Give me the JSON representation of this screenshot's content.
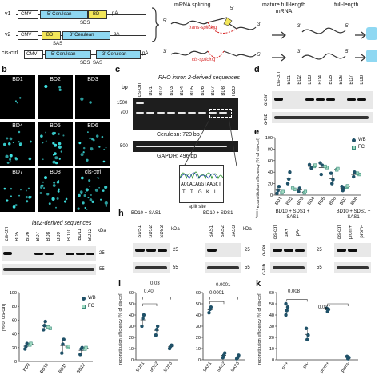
{
  "panel_a": {
    "rows": [
      {
        "label": "v1",
        "promoter": "CMV",
        "cerulean": "5' Cerulean",
        "dom": "BD",
        "pa": "pA",
        "site": "SDS"
      },
      {
        "label": "v2",
        "promoter": "CMV",
        "dom": "BD",
        "cerulean": "3' Cerulean",
        "pa": "pA",
        "site": "SAS"
      },
      {
        "label": "cis-ctrl",
        "promoter": "CMV",
        "cerulean5": "5' Cerulean",
        "cerulean3": "3' Cerulean",
        "pa": "pA",
        "site1": "SDS",
        "site2": "SAS"
      }
    ],
    "steps": [
      "mRNA splicing",
      "mature full-length mRNA",
      "full-length"
    ],
    "trans": "trans-splicing",
    "cis": "cis-splicing",
    "ends": [
      "5'",
      "3'",
      "5'",
      "3'",
      "5'",
      "3'",
      "5'",
      "3'",
      "5'",
      "3'"
    ]
  },
  "panel_b": {
    "letter": "b",
    "tiles": [
      "BD1",
      "BD2",
      "BD3",
      "BD4",
      "BD5",
      "BD6",
      "BD7",
      "BD8",
      "cis-ctrl"
    ]
  },
  "panel_c": {
    "letter": "c",
    "title": "RHO intron 2-derived sequences",
    "unit": "bp",
    "lanes": [
      "cis-ctrl",
      "BD1",
      "BD2",
      "BD3",
      "BD4",
      "BD5",
      "BD6",
      "BD7",
      "BD8",
      "H2O"
    ],
    "ticks": [
      "1500",
      "700",
      "500"
    ],
    "cerulean_note": "Cerulean: 720 bp",
    "gapdh_note": "GAPDH: 496 bp",
    "seq_top": "ACCACAGGTAAGCT",
    "aa": [
      "T",
      "T",
      "G",
      "K",
      "L"
    ],
    "split": "split site"
  },
  "panel_d": {
    "letter": "d",
    "lanes": [
      "cis-ctrl",
      "BD1",
      "BD2",
      "BD3",
      "BD4",
      "BD5",
      "BD6",
      "BD7",
      "BD8"
    ],
    "rows": [
      "α-cer",
      "α-tub"
    ]
  },
  "panel_e": {
    "letter": "e",
    "ylabel": "reconstitution efficiency [% of cis-ctrl]",
    "legend": [
      "WB",
      "FC"
    ]
  },
  "panel_g": {
    "title": "lacZ-derived sequences",
    "unit": "kDa",
    "lanes": [
      "cis-ctrl",
      "BD5",
      "BD6",
      "BD7",
      "BD8",
      "BD9",
      "BD10",
      "BD11",
      "BD12"
    ],
    "markers": [
      "25",
      "55"
    ]
  },
  "panel_h": {
    "letter": "h",
    "title1": "BD10 + SAS1",
    "title2": "BD10 + SDS1",
    "unit": "kDa",
    "lanes1": [
      "SDS1",
      "SDS2",
      "SDS3"
    ],
    "lanes2": [
      "SAS1",
      "SAS2",
      "SAS3"
    ],
    "markers": [
      "25",
      "55",
      "25",
      "55"
    ]
  },
  "panel_i": {
    "letter": "i",
    "ylabel": "reconstitution efficiency [% of cis-ctrl]",
    "p_left": [
      "0.03",
      "0.40"
    ],
    "p_right": [
      "0.0001",
      "0.0001"
    ]
  },
  "panel_j": {
    "letter": "j",
    "title1": "BD10 + SDS1 + SAS1",
    "title2": "BD10 + SDS1 + SAS1",
    "lanes1": [
      "pA+",
      "pA-"
    ],
    "lanes2": [
      "prom+",
      "prom-"
    ],
    "rows": [
      "α-cer",
      "α-tub"
    ],
    "markers": [
      "25",
      "55"
    ]
  },
  "panel_k": {
    "letter": "k",
    "ylabel": "reconstitution efficiency [% of cis-ctrl]",
    "p": [
      "0.008",
      "0.027"
    ]
  },
  "panel_l_y": "[% of cis-ctrl]",
  "chart_data": [
    {
      "type": "scatter",
      "title": "",
      "xlabel": "",
      "ylabel": "reconstitution efficiency [% of cis-ctrl]",
      "categories": [
        "BD1",
        "BD2",
        "BD3",
        "BD4",
        "BD5",
        "BD6",
        "BD7",
        "BD8"
      ],
      "ylim": [
        0,
        100
      ],
      "series": [
        {
          "name": "WB",
          "points": [
            [
              0,
              3
            ],
            [
              0,
              8
            ],
            [
              0,
              15
            ],
            [
              1,
              20
            ],
            [
              1,
              28
            ],
            [
              1,
              40
            ],
            [
              2,
              6
            ],
            [
              2,
              12
            ],
            [
              3,
              47
            ],
            [
              3,
              53
            ],
            [
              4,
              36
            ],
            [
              4,
              52
            ],
            [
              4,
              56
            ],
            [
              5,
              20
            ],
            [
              5,
              27
            ],
            [
              5,
              38
            ],
            [
              6,
              8
            ],
            [
              6,
              12
            ],
            [
              6,
              15
            ],
            [
              7,
              32
            ],
            [
              7,
              40
            ]
          ]
        },
        {
          "name": "FC",
          "points": [
            [
              0,
              4
            ],
            [
              0,
              6
            ],
            [
              1,
              10
            ],
            [
              1,
              12
            ],
            [
              2,
              4
            ],
            [
              2,
              6
            ],
            [
              3,
              50
            ],
            [
              3,
              52
            ],
            [
              4,
              48
            ],
            [
              4,
              50
            ],
            [
              5,
              44
            ],
            [
              5,
              46
            ],
            [
              6,
              14
            ],
            [
              6,
              16
            ],
            [
              7,
              36
            ],
            [
              7,
              38
            ]
          ]
        }
      ]
    },
    {
      "type": "scatter",
      "title": "",
      "xlabel": "",
      "ylabel": "[% of cis-ctrl]",
      "categories": [
        "BD9",
        "BD10",
        "BD11",
        "BD12"
      ],
      "ylim": [
        0,
        100
      ],
      "series": [
        {
          "name": "WB",
          "points": [
            [
              0,
              18
            ],
            [
              0,
              22
            ],
            [
              0,
              26
            ],
            [
              1,
              46
            ],
            [
              1,
              52
            ],
            [
              1,
              58
            ],
            [
              2,
              12
            ],
            [
              2,
              25
            ],
            [
              2,
              32
            ],
            [
              3,
              10
            ],
            [
              3,
              18
            ],
            [
              3,
              20
            ]
          ]
        },
        {
          "name": "FC",
          "points": [
            [
              0,
              24
            ],
            [
              0,
              26
            ],
            [
              1,
              48
            ],
            [
              1,
              50
            ],
            [
              2,
              20
            ],
            [
              2,
              22
            ],
            [
              3,
              18
            ],
            [
              3,
              20
            ]
          ]
        }
      ]
    },
    {
      "type": "scatter",
      "title": "",
      "xlabel": "",
      "ylabel": "reconstitution efficiency [% of cis-ctrl]",
      "categories": [
        "SDS1",
        "SDS2",
        "SDS3"
      ],
      "ylim": [
        0,
        60
      ],
      "series": [
        {
          "name": "WB",
          "points": [
            [
              0,
              30
            ],
            [
              0,
              37
            ],
            [
              0,
              40
            ],
            [
              1,
              22
            ],
            [
              1,
              27
            ],
            [
              1,
              30
            ],
            [
              2,
              10
            ],
            [
              2,
              12
            ],
            [
              2,
              13
            ]
          ]
        }
      ]
    },
    {
      "type": "scatter",
      "title": "",
      "xlabel": "",
      "ylabel": "",
      "categories": [
        "SAS1",
        "SAS2",
        "SAS3"
      ],
      "ylim": [
        0,
        60
      ],
      "series": [
        {
          "name": "WB",
          "points": [
            [
              0,
              42
            ],
            [
              0,
              45
            ],
            [
              0,
              47
            ],
            [
              1,
              2
            ],
            [
              1,
              4
            ],
            [
              1,
              6
            ],
            [
              2,
              1
            ],
            [
              2,
              2
            ],
            [
              2,
              4
            ]
          ]
        }
      ]
    },
    {
      "type": "scatter",
      "title": "",
      "xlabel": "",
      "ylabel": "reconstitution efficiency [% of cis-ctrl]",
      "categories": [
        "pA+",
        "pA-",
        "prom+",
        "prom-"
      ],
      "ylim": [
        0,
        60
      ],
      "series": [
        {
          "name": "WB",
          "points": [
            [
              0,
              40
            ],
            [
              0,
              44
            ],
            [
              0,
              47
            ],
            [
              0,
              50
            ],
            [
              1,
              18
            ],
            [
              1,
              22
            ],
            [
              1,
              28
            ],
            [
              2,
              43
            ],
            [
              2,
              45
            ],
            [
              2,
              46
            ],
            [
              3,
              1
            ],
            [
              3,
              2
            ],
            [
              3,
              3
            ]
          ]
        }
      ]
    }
  ]
}
